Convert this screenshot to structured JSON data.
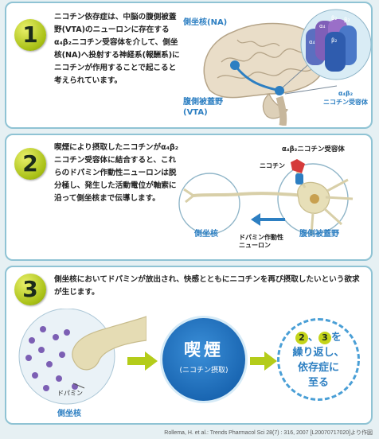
{
  "panel1": {
    "number": "1",
    "text": "ニコチン依存症は、中脳の腹側被蓋野(VTA)のニューロンに存在するα₄β₂ニコチン受容体を介して、側坐核(NA)へ投射する神経系(報酬系)にニコチンが作用することで起こると考えられています。",
    "label_na": "側坐核(NA)",
    "label_vta": "腹側被蓋野\n(VTA)",
    "receptor_label": "α₄β₂\nニコチン受容体",
    "subunits": [
      "α₄",
      "β₂",
      "β₂",
      "α₄",
      "β₂"
    ]
  },
  "panel2": {
    "number": "2",
    "text": "喫煙により摂取したニコチンがα₄β₂ニコチン受容体に結合すると、これらのドパミン作動性ニューロンは脱分極し、発生した活動電位が軸索に沿って側坐核まで伝導します。",
    "receptor_label": "α₄β₂ニコチン受容体",
    "nicotine_label": "ニコチン",
    "neuron_label": "ドパミン作動性\nニューロン",
    "na_label": "側坐核",
    "vta_label": "腹側被蓋野"
  },
  "panel3": {
    "number": "3",
    "text": "側坐核においてドパミンが放出され、快感とともにニコチンを再び摂取したいという欲求が生じます。",
    "dopamine_label": "ドパミン",
    "na_label": "側坐核",
    "smoking_big": "喫煙",
    "smoking_small": "(ニコチン摂取)",
    "repeat_nums": [
      "2",
      "3"
    ],
    "repeat_sep": "、",
    "repeat_wo": "を",
    "repeat_lines": [
      "繰り返し、",
      "依存症に",
      "至る"
    ]
  },
  "citation": "Rollema, H. et al.: Trends Pharmacol Sci 28(7) : 316, 2007 [L20070717020]より作図",
  "colors": {
    "accent_blue": "#2d7fc2",
    "number_green": "#a7bf14",
    "panel_border": "#8fc3d4"
  }
}
